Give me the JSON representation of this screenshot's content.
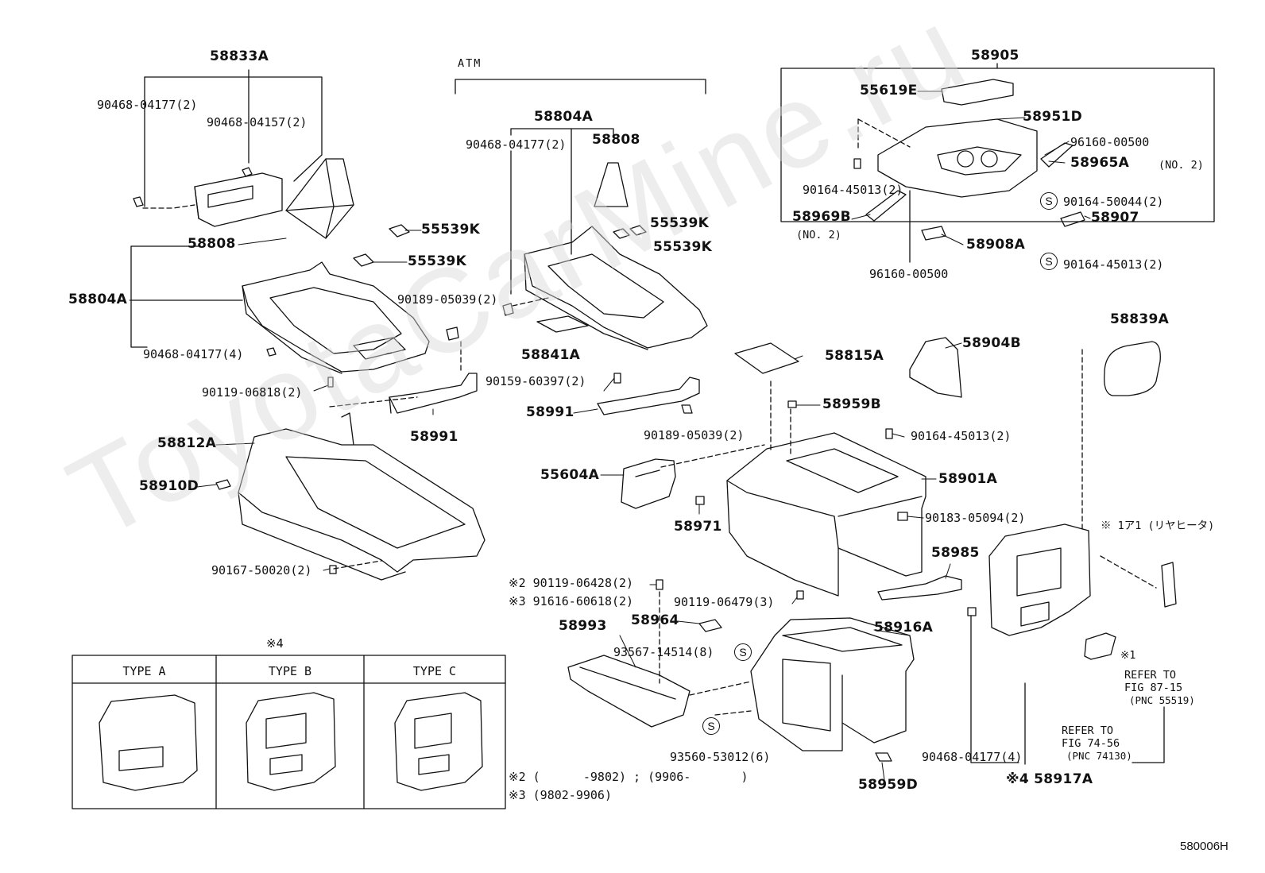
{
  "watermark": "ToyotaCarMine.ru",
  "figure_code": "580006H",
  "atm_label": "ATM",
  "types": [
    "TYPE A",
    "TYPE B",
    "TYPE C"
  ],
  "footnotes": {
    "n2": "※2 (      -9802) ; (9906-       )",
    "n3": "※3 (9802-9906)",
    "n4": "※4"
  },
  "labels": {
    "p58833A": "58833A",
    "p90468_04177_2a": "90468-04177(2)",
    "p90468_04157_2": "90468-04157(2)",
    "p58808a": "58808",
    "p55539K_a": "55539K",
    "p55539K_b": "55539K",
    "p58804A_a": "58804A",
    "p90468_04177_4a": "90468-04177(4)",
    "p90189_05039_2a": "90189-05039(2)",
    "p90119_06818_2": "90119-06818(2)",
    "p58991a": "58991",
    "p58812A": "58812A",
    "p58910D": "58910D",
    "p90167_50020_2": "90167-50020(2)",
    "p58804A_b": "58804A",
    "p90468_04177_2b": "90468-04177(2)",
    "p58808b": "58808",
    "p55539K_c": "55539K",
    "p55539K_d": "55539K",
    "p58841A": "58841A",
    "p90159_60397_2": "90159-60397(2)",
    "p58991b": "58991",
    "p90189_05039_2b": "90189-05039(2)",
    "p55604A": "55604A",
    "p58971": "58971",
    "p90119_06428_2": "※2 90119-06428(2)",
    "p91616_60618_2": "※3 91616-60618(2)",
    "p90119_06479_3": "90119-06479(3)",
    "p58964": "58964",
    "p58993": "58993",
    "p93567_14514_8": "93567-14514(8)",
    "p93560_53012_6": "93560-53012(6)",
    "p58905": "58905",
    "p55619E": "55619E",
    "p58951D": "58951D",
    "p96160_00500a": "96160-00500",
    "p58965A": "58965A",
    "p58965A_note": "(NO. 2)",
    "p90164_45013_2a": "90164-45013(2)",
    "p90164_50044_2": "90164-50044(2)",
    "p58969B": "58969B",
    "p58969B_note": "(NO. 2)",
    "p58907": "58907",
    "p58908A": "58908A",
    "p96160_00500b": "96160-00500",
    "p90164_45013_2b": "90164-45013(2)",
    "p58815A": "58815A",
    "p58904B": "58904B",
    "p58839A": "58839A",
    "p58959B": "58959B",
    "p90164_45013_2c": "90164-45013(2)",
    "p58901A": "58901A",
    "p90183_05094_2": "90183-05094(2)",
    "p58985": "58985",
    "p58916A": "58916A",
    "p58959D": "58959D",
    "p_note1": "※ 1ア1 (リヤヒータ)",
    "p_note1b": "※1",
    "p_refer1a": "REFER TO",
    "p_refer1b": "FIG 87-15",
    "p_refer1c": "(PNC 55519)",
    "p_refer2a": "REFER TO",
    "p_refer2b": "FIG 74-56",
    "p_refer2c": "(PNC 74130)",
    "p90468_04177_4b": "90468-04177(4)",
    "p58917A": "※4 58917A"
  }
}
